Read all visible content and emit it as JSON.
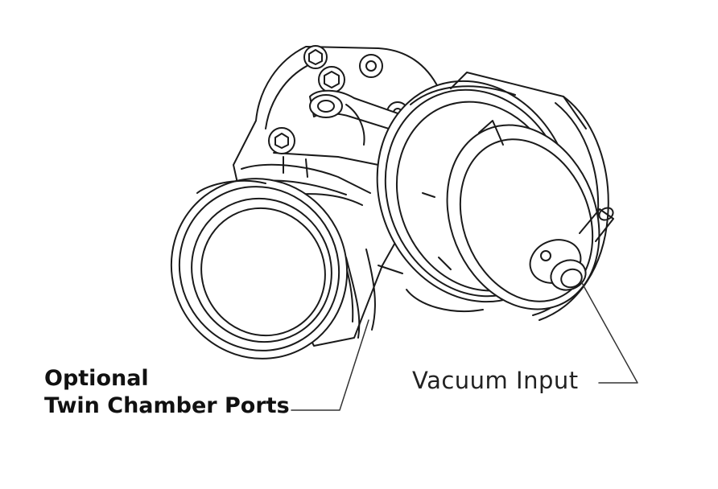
{
  "callouts": {
    "twin_chamber": {
      "line1": "Optional",
      "line2": "Twin Chamber Ports"
    },
    "vacuum": {
      "label": "Vacuum Input"
    }
  },
  "colors": {
    "outline": "#1a1a1a",
    "fill": "#ffffff",
    "text": "#111111"
  }
}
